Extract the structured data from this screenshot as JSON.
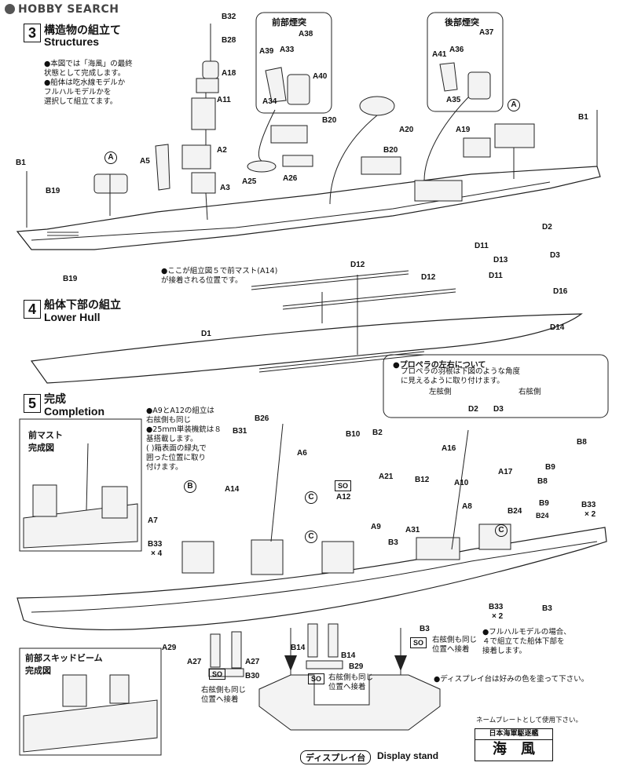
{
  "watermark": "HOBBY SEARCH",
  "step3": {
    "num": "3",
    "title_jp": "構造物の組立て",
    "title_en": "Structures",
    "notes": [
      "●本図では「海風」の最終",
      "状態として完成します。",
      "●船体は吃水線モデルか",
      "フルハルモデルかを",
      "選択して組立てます。"
    ],
    "front_funnel": "前部煙突",
    "rear_funnel": "後部煙突",
    "mast_note": [
      "●ここが組立図５で前マスト(A14)",
      "が接着される位置です。"
    ]
  },
  "step4": {
    "num": "4",
    "title_jp": "船体下部の組立",
    "title_en": "Lower Hull",
    "prop_note_title": "●プロペラの左右について",
    "prop_note": [
      "プロペラの羽根は下図のような角度",
      "に見えるように取り付けます。"
    ],
    "port": "左舷側",
    "starboard": "右舷側"
  },
  "step5": {
    "num": "5",
    "title_jp": "完成",
    "title_en": "Completion",
    "notes": [
      "●A9とA12の組立は",
      "右舷側も同じ",
      "●25mm単装機銃は８",
      "基搭載します。",
      "( )箱表面の緑丸で",
      "囲った位置に取り",
      "付けます。"
    ],
    "front_mast": [
      "前マスト",
      "完成図"
    ],
    "skid_beam": [
      "前部スキッドビーム",
      "完成図"
    ],
    "fullhull_note": [
      "●フルハルモデルの場合、",
      "４で組立てた船体下部を",
      "接着します。"
    ],
    "stand_note": "●ディスプレイ台は好みの色を塗って下さい。",
    "nameplate_note": "ネームプレートとして使用下さい。",
    "nameplate_line1": "日本海軍駆逐艦",
    "nameplate_line2": "海　風",
    "stand_jp": "ディスプレイ台",
    "stand_en": "Display stand",
    "same_starboard": [
      "右舷側も同じ",
      "位置へ接着"
    ],
    "so": "SO"
  },
  "labels": {
    "B32": "B32",
    "B28": "B28",
    "A18": "A18",
    "A11": "A11",
    "A2": "A2",
    "A5": "A5",
    "A3": "A3",
    "A25": "A25",
    "A26": "A26",
    "A38": "A38",
    "A39": "A39",
    "A33": "A33",
    "A40": "A40",
    "A34": "A34",
    "B20a": "B20",
    "B20b": "B20",
    "A20": "A20",
    "A37": "A37",
    "A36": "A36",
    "A41": "A41",
    "A35": "A35",
    "A19": "A19",
    "B1a": "B1",
    "B1b": "B1",
    "B19a": "B19",
    "B19b": "B19",
    "cA": "A",
    "D2": "D2",
    "D11a": "D11",
    "D13": "D13",
    "D3": "D3",
    "D11b": "D11",
    "D16": "D16",
    "D14": "D14",
    "D12a": "D12",
    "D12b": "D12",
    "D1": "D1",
    "D2b": "D2",
    "D3b": "D3",
    "B26": "B26",
    "B31": "B31",
    "A6": "A6",
    "A14": "A14",
    "A7": "A7",
    "cB": "B",
    "B33a": "B33",
    "x4": "× 4",
    "B10": "B10",
    "B2": "B2",
    "A21": "A21",
    "A12": "A12",
    "cC": "C",
    "A9": "A9",
    "B3a": "B3",
    "A16": "A16",
    "A17": "A17",
    "B12": "B12",
    "A10": "A10",
    "A8": "A8",
    "A31": "A31",
    "B8a": "B8",
    "B9a": "B9",
    "B8b": "B8",
    "B9b": "B9",
    "B24a": "B24",
    "B24b": "B24",
    "B33b": "B33",
    "x2a": "× 2",
    "B33c": "B33",
    "x2b": "× 2",
    "B3b": "B3",
    "B3c": "B3",
    "A29": "A29",
    "A27a": "A27",
    "A27b": "A27",
    "B30": "B30",
    "B14a": "B14",
    "B14b": "B14",
    "B29": "B29"
  }
}
